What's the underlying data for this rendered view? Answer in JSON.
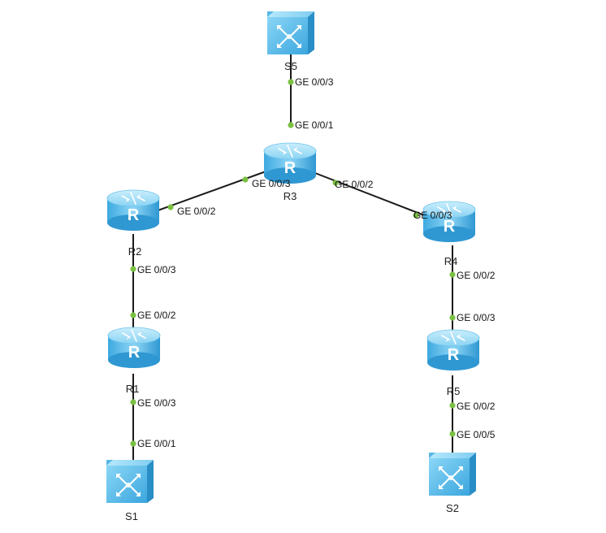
{
  "devices": [
    {
      "id": "S5",
      "label": "S5",
      "kind": "switch"
    },
    {
      "id": "R3",
      "label": "R3",
      "kind": "router"
    },
    {
      "id": "R2",
      "label": "R2",
      "kind": "router"
    },
    {
      "id": "R4",
      "label": "R4",
      "kind": "router"
    },
    {
      "id": "R1",
      "label": "R1",
      "kind": "router"
    },
    {
      "id": "R5",
      "label": "R5",
      "kind": "router"
    },
    {
      "id": "S1",
      "label": "S1",
      "kind": "switch"
    },
    {
      "id": "S2",
      "label": "S2",
      "kind": "switch"
    }
  ],
  "links": [
    {
      "from": "S5",
      "from_port": "GE 0/0/3",
      "to": "R3",
      "to_port": "GE 0/0/1"
    },
    {
      "from": "R3",
      "from_port": "GE 0/0/3",
      "to": "R2",
      "to_port": "GE 0/0/2"
    },
    {
      "from": "R3",
      "from_port": "GE 0/0/2",
      "to": "R4",
      "to_port": "GE 0/0/3"
    },
    {
      "from": "R2",
      "from_port": "GE 0/0/3",
      "to": "R1",
      "to_port": "GE 0/0/2"
    },
    {
      "from": "R1",
      "from_port": "GE 0/0/3",
      "to": "S1",
      "to_port": "GE 0/0/1"
    },
    {
      "from": "R4",
      "from_port": "GE 0/0/2",
      "to": "R5",
      "to_port": "GE 0/0/3"
    },
    {
      "from": "R5",
      "from_port": "GE 0/0/2",
      "to": "S2",
      "to_port": "GE 0/0/5"
    }
  ]
}
